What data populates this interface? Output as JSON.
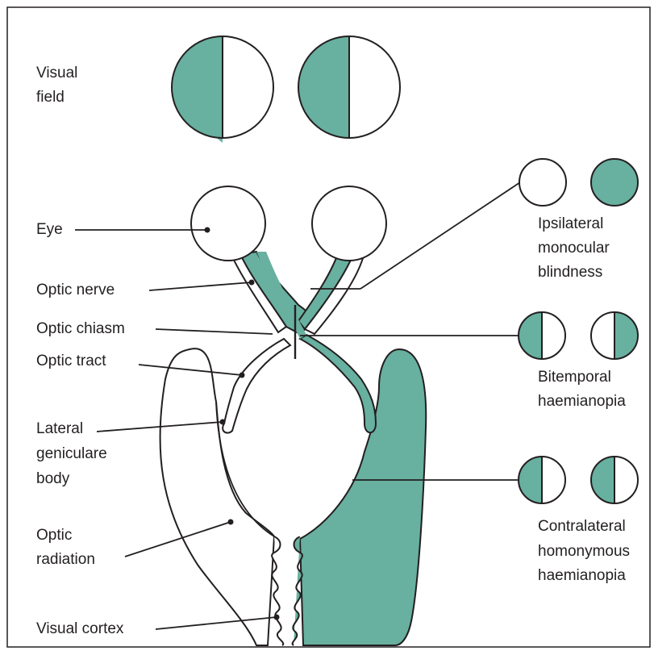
{
  "colors": {
    "fill": "#68b0a0",
    "stroke": "#231f20",
    "background": "#ffffff"
  },
  "labels": {
    "visual_field": [
      "Visual",
      "field"
    ],
    "eye": "Eye",
    "optic_nerve": "Optic nerve",
    "optic_chiasm": "Optic chiasm",
    "optic_tract": "Optic tract",
    "lateral_geniculate_body": [
      "Lateral",
      "geniculare",
      "body"
    ],
    "optic_radiation": [
      "Optic",
      "radiation"
    ],
    "visual_cortex": "Visual cortex"
  },
  "lesions": {
    "ipsilateral": [
      "Ipsilateral",
      "monocular",
      "blindness"
    ],
    "bitemporal": [
      "Bitemporal",
      "haemianopia"
    ],
    "homonymous": [
      "Contralateral",
      "homonymous",
      "haemianopia"
    ]
  }
}
